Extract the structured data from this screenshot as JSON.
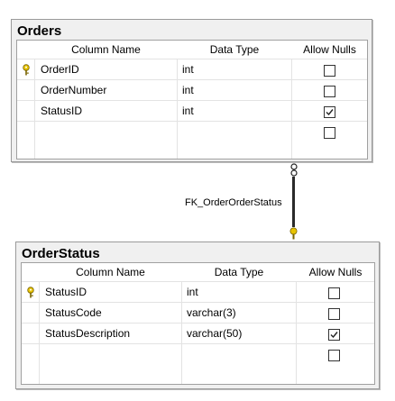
{
  "tables": {
    "orders": {
      "title": "Orders",
      "headers": {
        "column_name": "Column Name",
        "data_type": "Data Type",
        "allow_nulls": "Allow Nulls"
      },
      "rows": [
        {
          "name": "OrderID",
          "type": "int",
          "allow_nulls": false,
          "primary_key": true
        },
        {
          "name": "OrderNumber",
          "type": "int",
          "allow_nulls": false,
          "primary_key": false
        },
        {
          "name": "StatusID",
          "type": "int",
          "allow_nulls": true,
          "primary_key": false
        },
        {
          "name": "",
          "type": "",
          "allow_nulls": false,
          "primary_key": false
        }
      ]
    },
    "order_status": {
      "title": "OrderStatus",
      "headers": {
        "column_name": "Column Name",
        "data_type": "Data Type",
        "allow_nulls": "Allow Nulls"
      },
      "rows": [
        {
          "name": "StatusID",
          "type": "int",
          "allow_nulls": false,
          "primary_key": true
        },
        {
          "name": "StatusCode",
          "type": "varchar(3)",
          "allow_nulls": false,
          "primary_key": false
        },
        {
          "name": "StatusDescription",
          "type": "varchar(50)",
          "allow_nulls": true,
          "primary_key": false
        },
        {
          "name": "",
          "type": "",
          "allow_nulls": false,
          "primary_key": false
        }
      ]
    }
  },
  "relationship": {
    "label": "FK_OrderOrderStatus"
  },
  "colors": {
    "key_icon": "#e8c400",
    "border": "#9a9a9a",
    "panel": "#f0f0f0"
  }
}
